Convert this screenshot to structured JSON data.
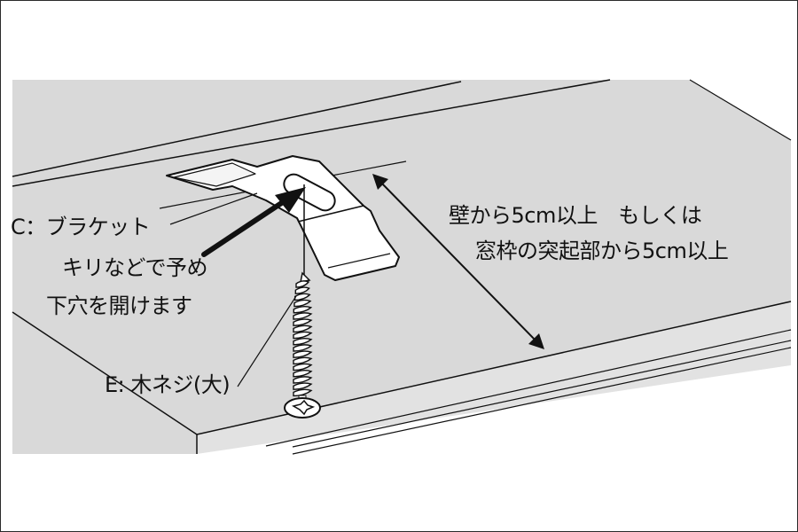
{
  "labels": {
    "bracket": "C：ブラケット",
    "predrill": [
      "キリなどで予め",
      "下穴を開けます"
    ],
    "screw": "E: 木ネジ(大)",
    "clearance": [
      "壁から5cm以上　もしくは",
      "窓枠の突起部から5cm以上"
    ]
  },
  "colors": {
    "surface": "#d9d9d9",
    "outline": "#111111",
    "background": "#ffffff"
  },
  "icons": {
    "arrow": "arrow-icon",
    "double_arrow": "double-arrow-icon"
  }
}
